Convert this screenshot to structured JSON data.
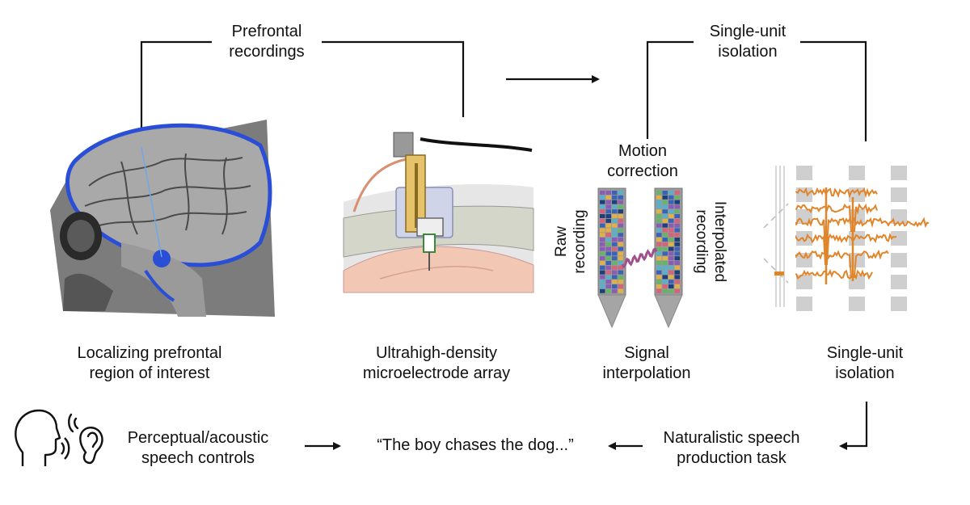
{
  "labels": {
    "prefrontal_recordings": [
      "Prefrontal",
      "recordings"
    ],
    "single_unit_top": [
      "Single-unit",
      "isolation"
    ],
    "motion_correction": [
      "Motion",
      "correction"
    ],
    "raw_recording": [
      "Raw",
      "recording"
    ],
    "interpolated_recording": [
      "Interpolated",
      "recording"
    ]
  },
  "captions": {
    "localizing": [
      "Localizing prefrontal",
      "region of interest"
    ],
    "array": [
      "Ultrahigh-density",
      "microelectrode array"
    ],
    "interpolation": [
      "Signal",
      "interpolation"
    ],
    "isolation": [
      "Single-unit",
      "isolation"
    ]
  },
  "bottom_row": {
    "controls": [
      "Perceptual/acoustic",
      "speech controls"
    ],
    "quote": "“The boy chases the dog...”",
    "task": [
      "Naturalistic speech",
      "production task"
    ]
  },
  "colors": {
    "brain_highlight": "#2a4fd6",
    "spike_trace": "#e0852a",
    "tether": "#a0508a",
    "probe": "#999999",
    "channel_palette": [
      "#3a63b8",
      "#68b36a",
      "#d4647a",
      "#8a5cb3",
      "#e0b04a",
      "#5ab0c8",
      "#1f3f7a"
    ]
  },
  "icons": [
    "head-speaking-icon",
    "ear-listening-icon"
  ]
}
